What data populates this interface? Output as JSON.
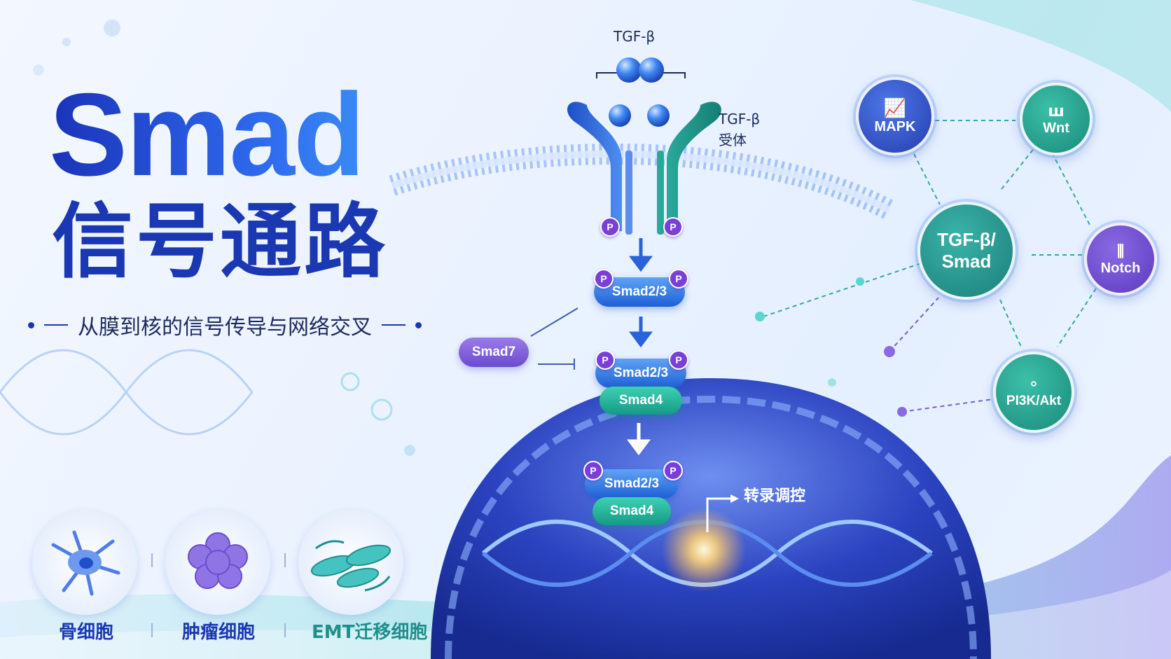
{
  "title": {
    "main": "Smad",
    "sub": "信号通路"
  },
  "tagline": "从膜到核的信号传导与网络交叉",
  "ligand_label": "TGF-β",
  "receptor_label": {
    "line1": "TGF-β",
    "line2": "受体"
  },
  "phospho_badge": "P",
  "complexes": {
    "cytoplasm_1": "Smad2/3",
    "cytoplasm_2_top": "Smad2/3",
    "cytoplasm_2_bottom": "Smad4",
    "nucleus_top": "Smad2/3",
    "nucleus_bottom": "Smad4",
    "inhibitor": "Smad7"
  },
  "transcription_label": "转录调控",
  "network": {
    "center": {
      "line1": "TGF-β/",
      "line2": "Smad"
    },
    "mapk": "MAPK",
    "wnt": "Wnt",
    "notch": "Notch",
    "pi3k": "PI3K/Akt"
  },
  "cells": [
    {
      "label": "骨细胞"
    },
    {
      "label": "肿瘤细胞"
    },
    {
      "label": "EMT迁移细胞"
    }
  ],
  "colors": {
    "primary": "#1b38b3",
    "smad23": "#2f6fe0",
    "smad4": "#1eae95",
    "smad7": "#7b5ad8",
    "network": "#1e8f8c"
  }
}
